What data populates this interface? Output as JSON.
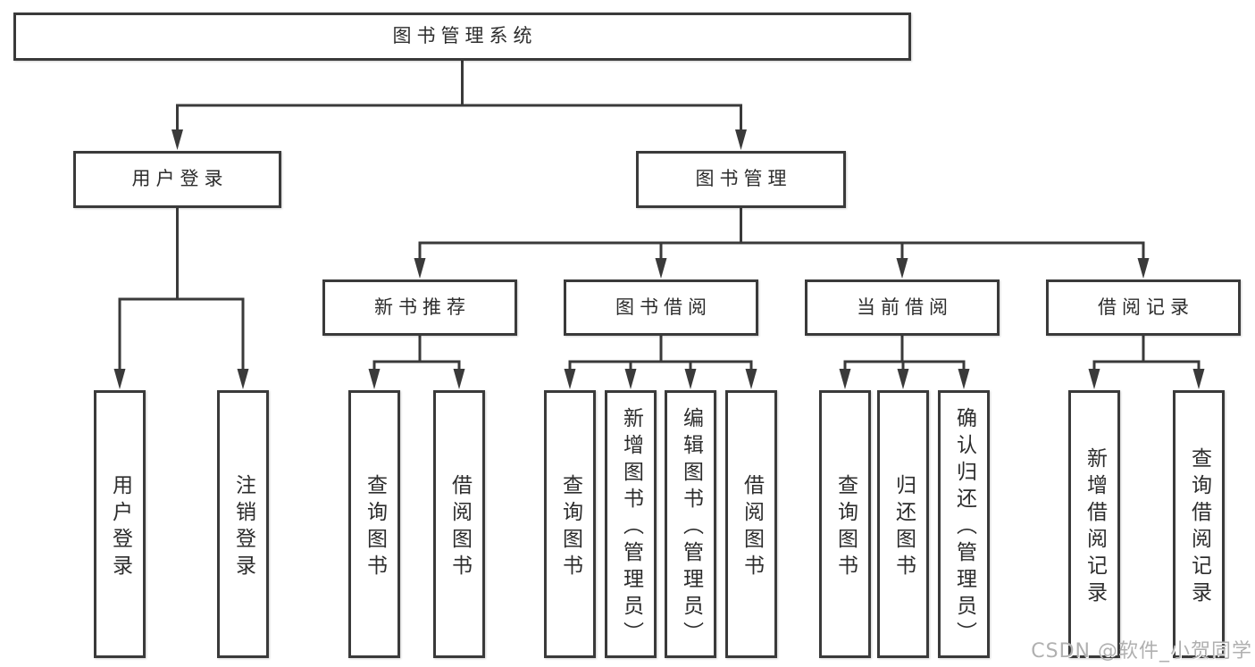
{
  "colors": {
    "line": "#3a3a3a",
    "text": "#2d2d2d",
    "background": "#ffffff",
    "watermark": "#b0b0b0"
  },
  "watermark": {
    "text": "CSDN @软件_小贺同学"
  },
  "diagram": {
    "type": "tree",
    "nodes": [
      {
        "id": "root",
        "parent": null,
        "label": "图书管理系统"
      },
      {
        "id": "user-login",
        "parent": "root",
        "label": "用户登录"
      },
      {
        "id": "book-mgmt",
        "parent": "root",
        "label": "图书管理"
      },
      {
        "id": "new-book-rec",
        "parent": "book-mgmt",
        "label": "新书推荐"
      },
      {
        "id": "book-borrow",
        "parent": "book-mgmt",
        "label": "图书借阅"
      },
      {
        "id": "current-borrow",
        "parent": "book-mgmt",
        "label": "当前借阅"
      },
      {
        "id": "borrow-records",
        "parent": "book-mgmt",
        "label": "借阅记录"
      },
      {
        "id": "leaf-user-login",
        "parent": "user-login",
        "label": "用户登录"
      },
      {
        "id": "leaf-logout",
        "parent": "user-login",
        "label": "注销登录"
      },
      {
        "id": "leaf-rec-query-books",
        "parent": "new-book-rec",
        "label": "查询图书"
      },
      {
        "id": "leaf-rec-borrow-books",
        "parent": "new-book-rec",
        "label": "借阅图书"
      },
      {
        "id": "leaf-bb-query-books",
        "parent": "book-borrow",
        "label": "查询图书"
      },
      {
        "id": "leaf-bb-add-books-admin",
        "parent": "book-borrow",
        "label": "新增图书（管理员）"
      },
      {
        "id": "leaf-bb-edit-books-admin",
        "parent": "book-borrow",
        "label": "编辑图书（管理员）"
      },
      {
        "id": "leaf-bb-borrow-books",
        "parent": "book-borrow",
        "label": "借阅图书"
      },
      {
        "id": "leaf-cb-query-books",
        "parent": "current-borrow",
        "label": "查询图书"
      },
      {
        "id": "leaf-cb-return-books",
        "parent": "current-borrow",
        "label": "归还图书"
      },
      {
        "id": "leaf-cb-confirm-return-admin",
        "parent": "current-borrow",
        "label": "确认归还（管理员）"
      },
      {
        "id": "leaf-br-add-record",
        "parent": "borrow-records",
        "label": "新增借阅记录"
      },
      {
        "id": "leaf-br-query-record",
        "parent": "borrow-records",
        "label": "查询借阅记录"
      }
    ]
  }
}
